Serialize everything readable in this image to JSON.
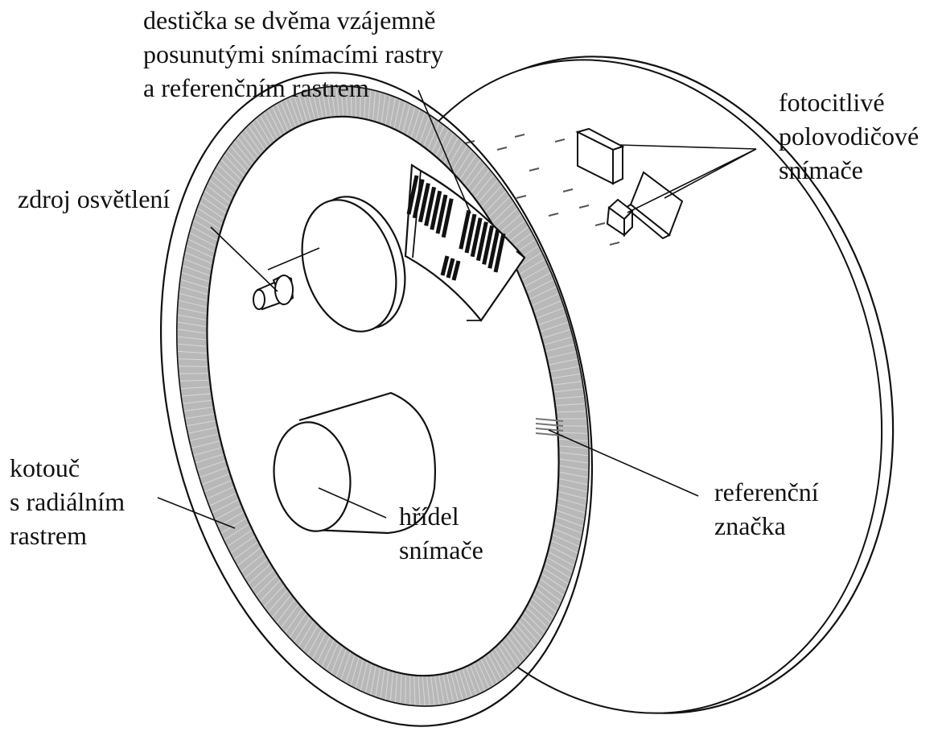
{
  "labels": {
    "plate": [
      "destička se dvěma vzájemně",
      "posunutými snímacími rastry",
      "a referenčním rastrem"
    ],
    "photo_sensors": [
      "fotocitlivé",
      "polovodičové",
      "snímače"
    ],
    "light_source": [
      "zdroj osvětlení"
    ],
    "disc": [
      "kotouč",
      "s radiálním",
      "rastrem"
    ],
    "shaft": [
      "hřídel",
      "snímače"
    ],
    "reference_mark": [
      "referenční",
      "značka"
    ]
  },
  "colors": {
    "line": "#111111",
    "raster": "#b8b8b8",
    "background": "#ffffff"
  }
}
